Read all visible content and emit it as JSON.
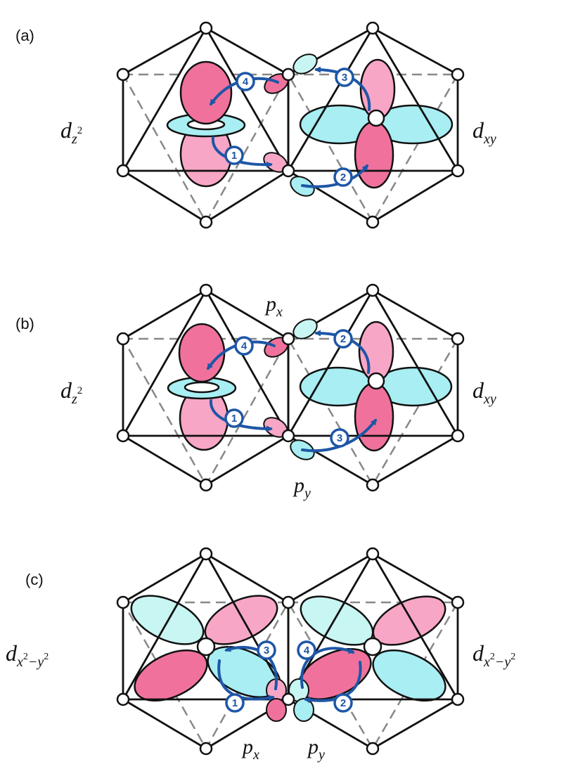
{
  "colors": {
    "pink_dark": "#f0729c",
    "pink_light": "#f8a6c6",
    "cyan": "#a8eef2",
    "cyan_light": "#c8f6f2",
    "arrow": "#1e56a6",
    "line": "#111111",
    "dash": "#888888"
  },
  "panels": [
    {
      "label": "(a)",
      "left_orbital": {
        "base": "d",
        "sub": "z",
        "sup": "2"
      },
      "right_orbital": {
        "base": "d",
        "sub": "xy"
      },
      "steps": [
        "1",
        "2",
        "3",
        "4"
      ],
      "p_labels": []
    },
    {
      "label": "(b)",
      "left_orbital": {
        "base": "d",
        "sub": "z",
        "sup": "2"
      },
      "right_orbital": {
        "base": "d",
        "sub": "xy"
      },
      "steps": [
        "1",
        "2",
        "3",
        "4"
      ],
      "p_labels": [
        {
          "base": "p",
          "sub": "x"
        },
        {
          "base": "p",
          "sub": "y"
        }
      ]
    },
    {
      "label": "(c)",
      "left_orbital": {
        "base": "d",
        "sub": "x",
        "sup": "2",
        "tail": "−y",
        "tail_sup": "2"
      },
      "right_orbital": {
        "base": "d",
        "sub": "x",
        "sup": "2",
        "tail": "−y",
        "tail_sup": "2"
      },
      "steps": [
        "1",
        "2",
        "3",
        "4"
      ],
      "p_labels": [
        {
          "base": "p",
          "sub": "x"
        },
        {
          "base": "p",
          "sub": "y"
        }
      ]
    }
  ]
}
